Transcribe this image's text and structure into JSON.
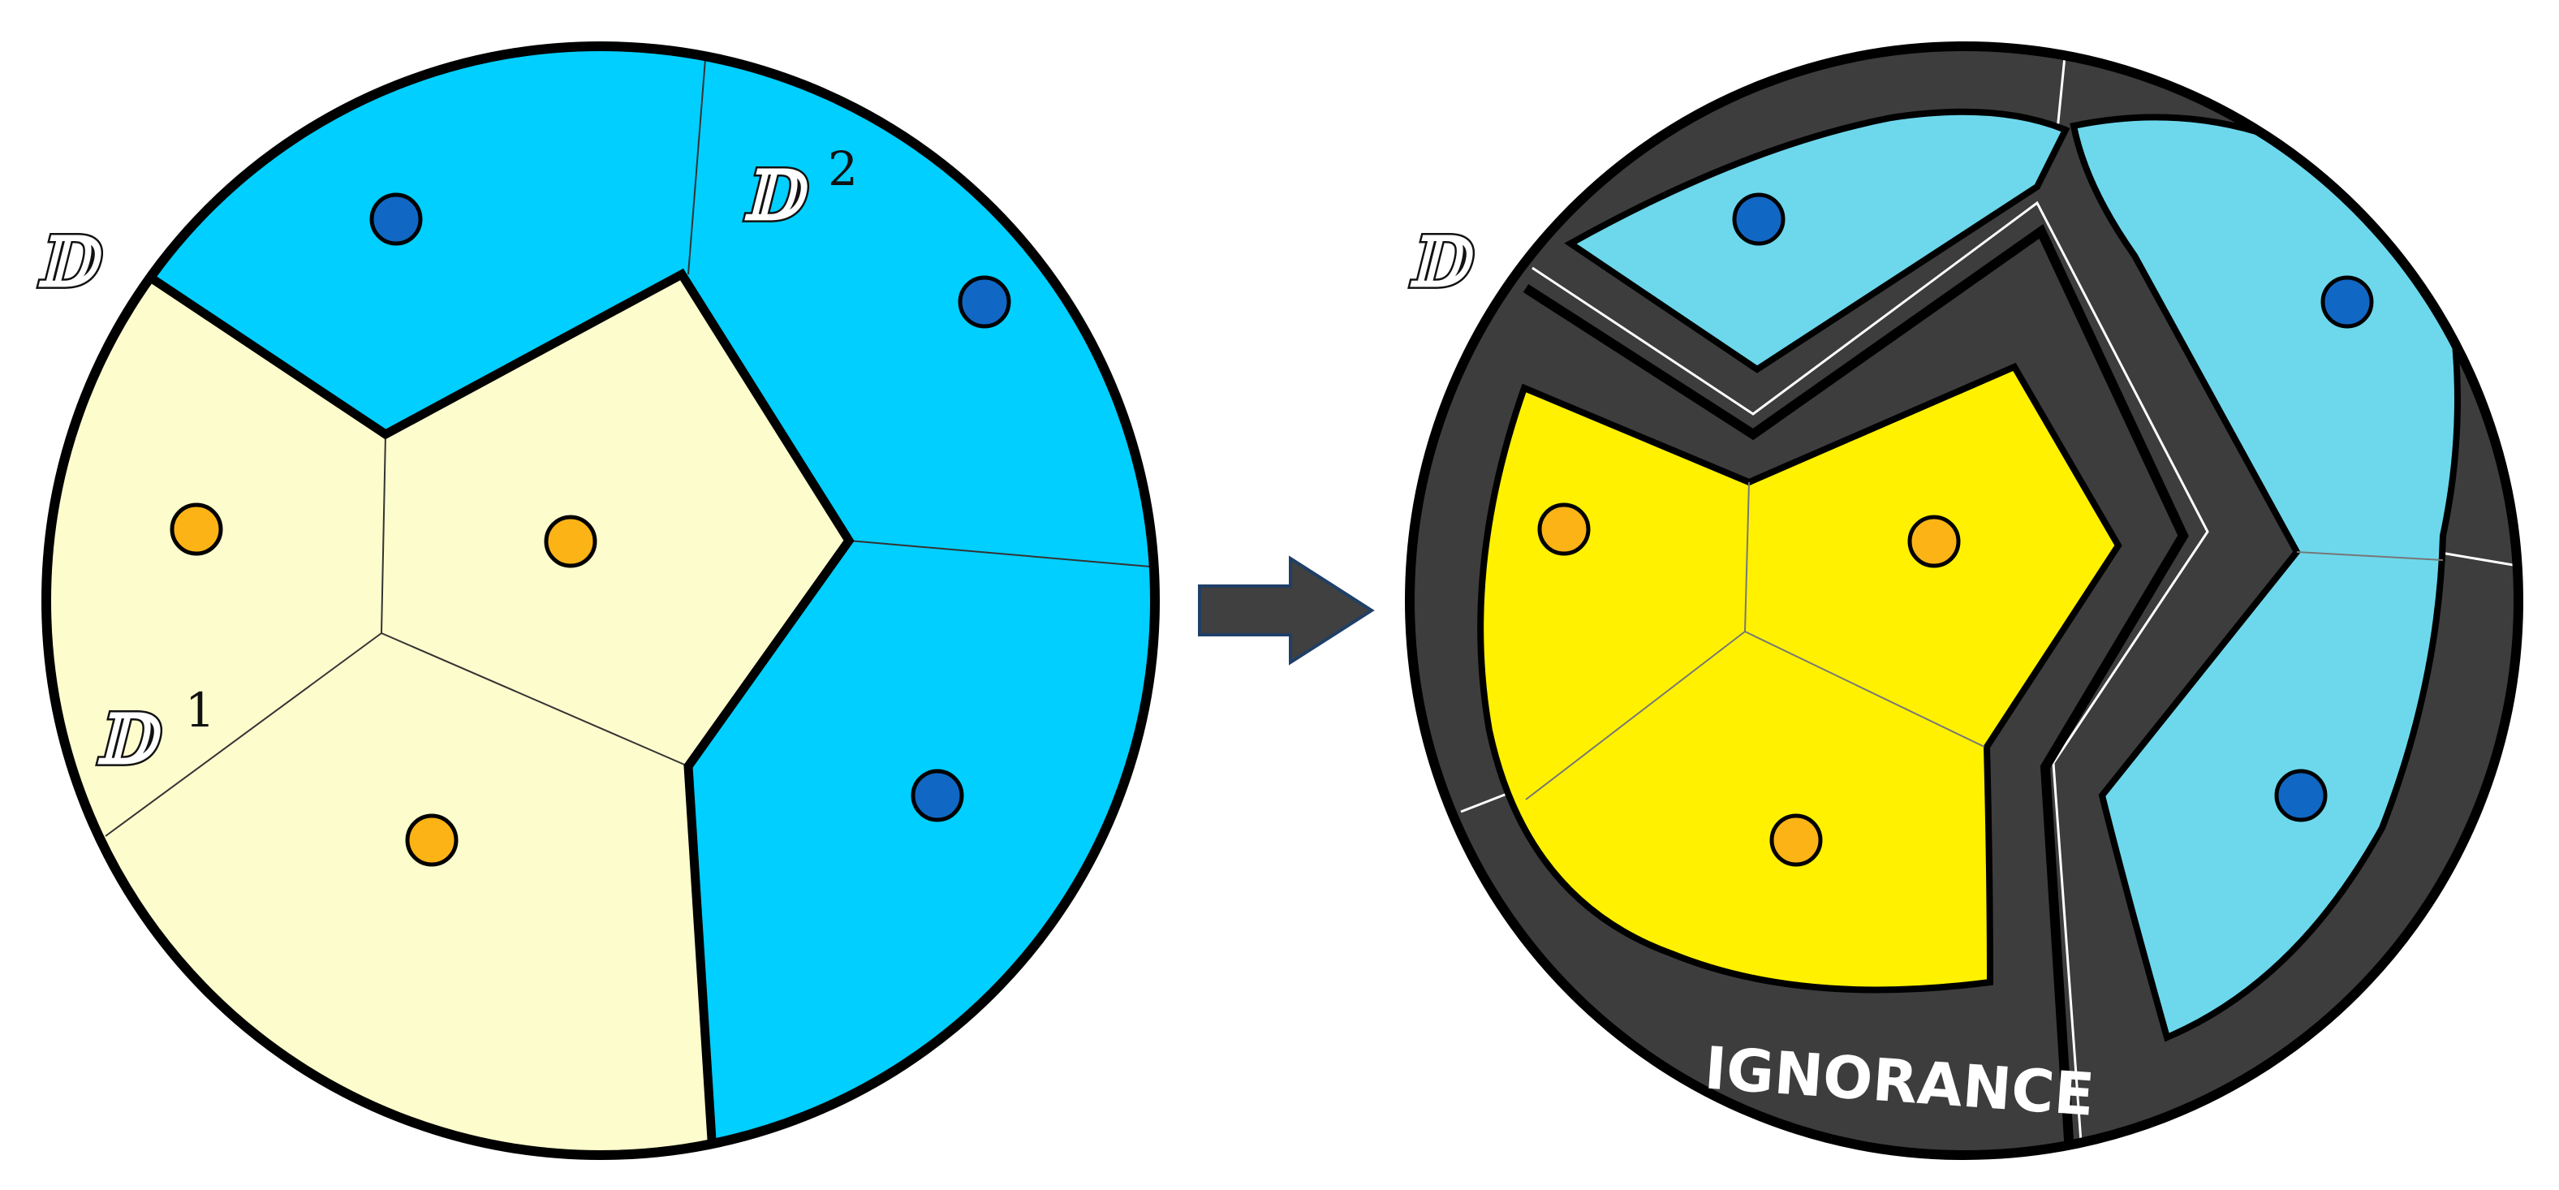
{
  "left_panel": {
    "domain_label": "𝔻",
    "region1_label": "𝔻",
    "region1_superscript": "1",
    "region2_label": "𝔻",
    "region2_superscript": "2"
  },
  "right_panel": {
    "domain_label": "𝔻",
    "ignorance_label": "IGNORANCE"
  },
  "colors": {
    "region1_left": "#fdfccd",
    "region2_left": "#00cfff",
    "region1_right": "#fff100",
    "region2_right": "#6dd8ec",
    "ignorance": "#3d3d3d",
    "point_yellow": "#fbb315",
    "point_blue": "#1167c4",
    "arrow": "#404040"
  }
}
